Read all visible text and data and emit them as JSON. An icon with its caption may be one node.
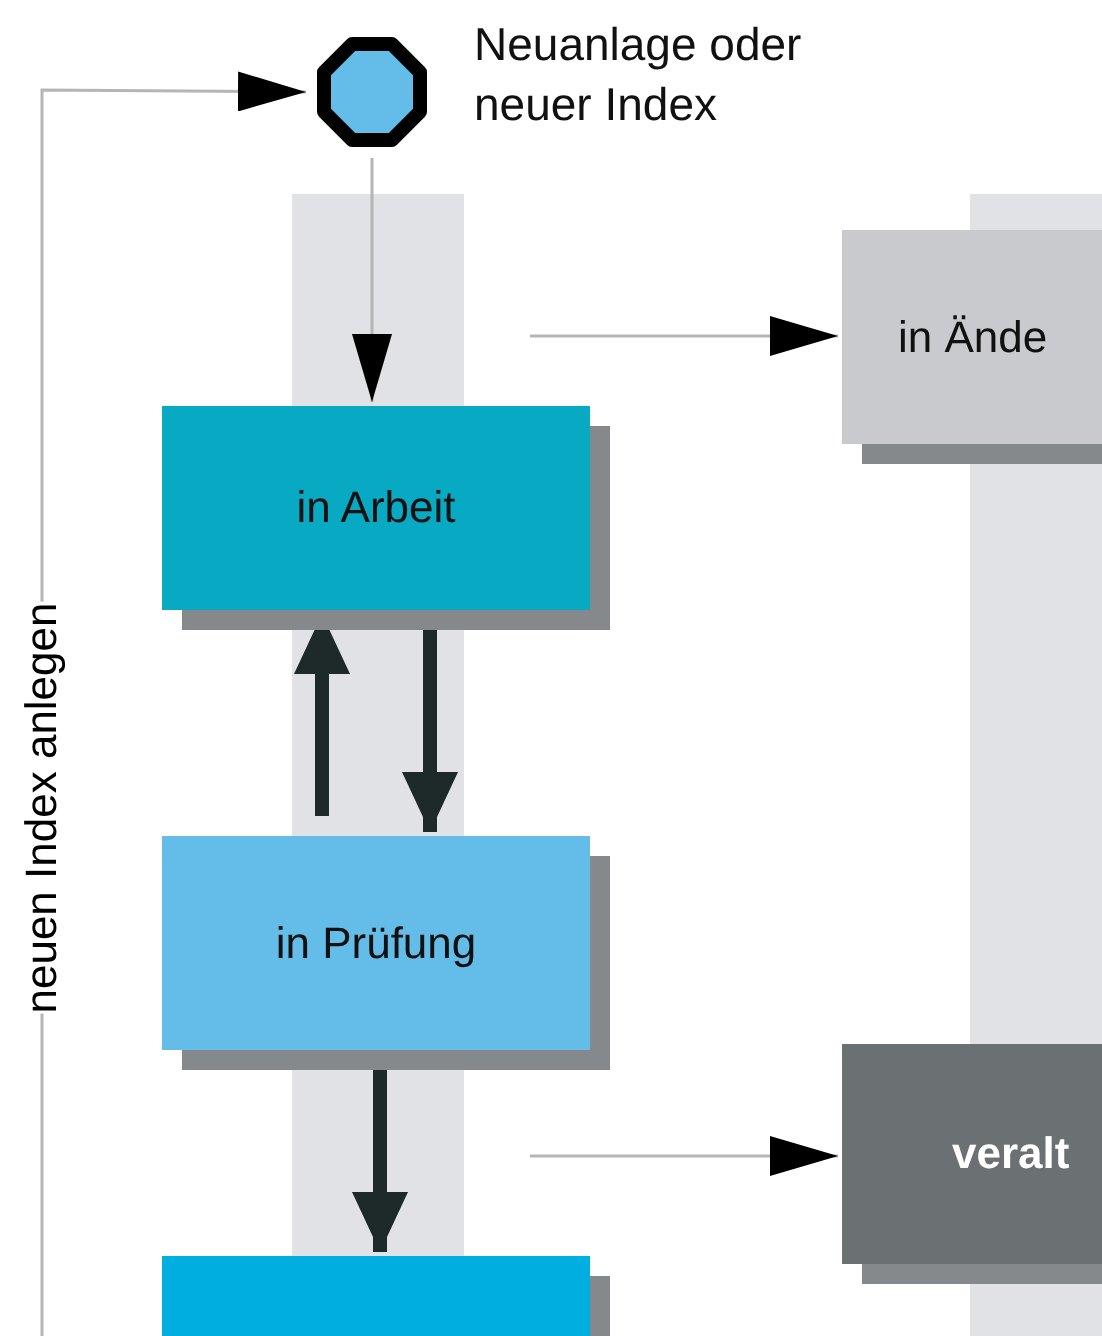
{
  "diagram": {
    "nodes": [
      {
        "text": [],
        "shape": "circle",
        "beside": [
          "Neuanlage oder neuer Index"
        ]
      },
      {
        "text": [
          "in Ände"
        ]
      },
      {
        "text": [
          "in Arbeit"
        ]
      },
      {
        "text": [
          "in Prüfung"
        ]
      },
      {
        "text": [
          "veralt"
        ]
      },
      {
        "text": [],
        "shape": "box"
      }
    ],
    "edges": [
      {
        "from": null,
        "to": 0,
        "arrow": "to",
        "label": "neuen Index anlegen"
      },
      {
        "from": 0,
        "to": 2,
        "arrow": "to"
      },
      {
        "from": null,
        "to": 1,
        "arrow": "to"
      },
      {
        "from": 3,
        "to": 2,
        "arrow": "to",
        "style": "thick",
        "color": "#1e2a2a"
      },
      {
        "from": 2,
        "to": 3,
        "arrow": "to",
        "style": "thick",
        "color": "#1e2a2a"
      },
      {
        "from": 3,
        "to": 5,
        "arrow": "to",
        "style": "thick",
        "color": "#1e2a2a"
      },
      {
        "from": null,
        "to": 4,
        "arrow": "to"
      }
    ]
  }
}
